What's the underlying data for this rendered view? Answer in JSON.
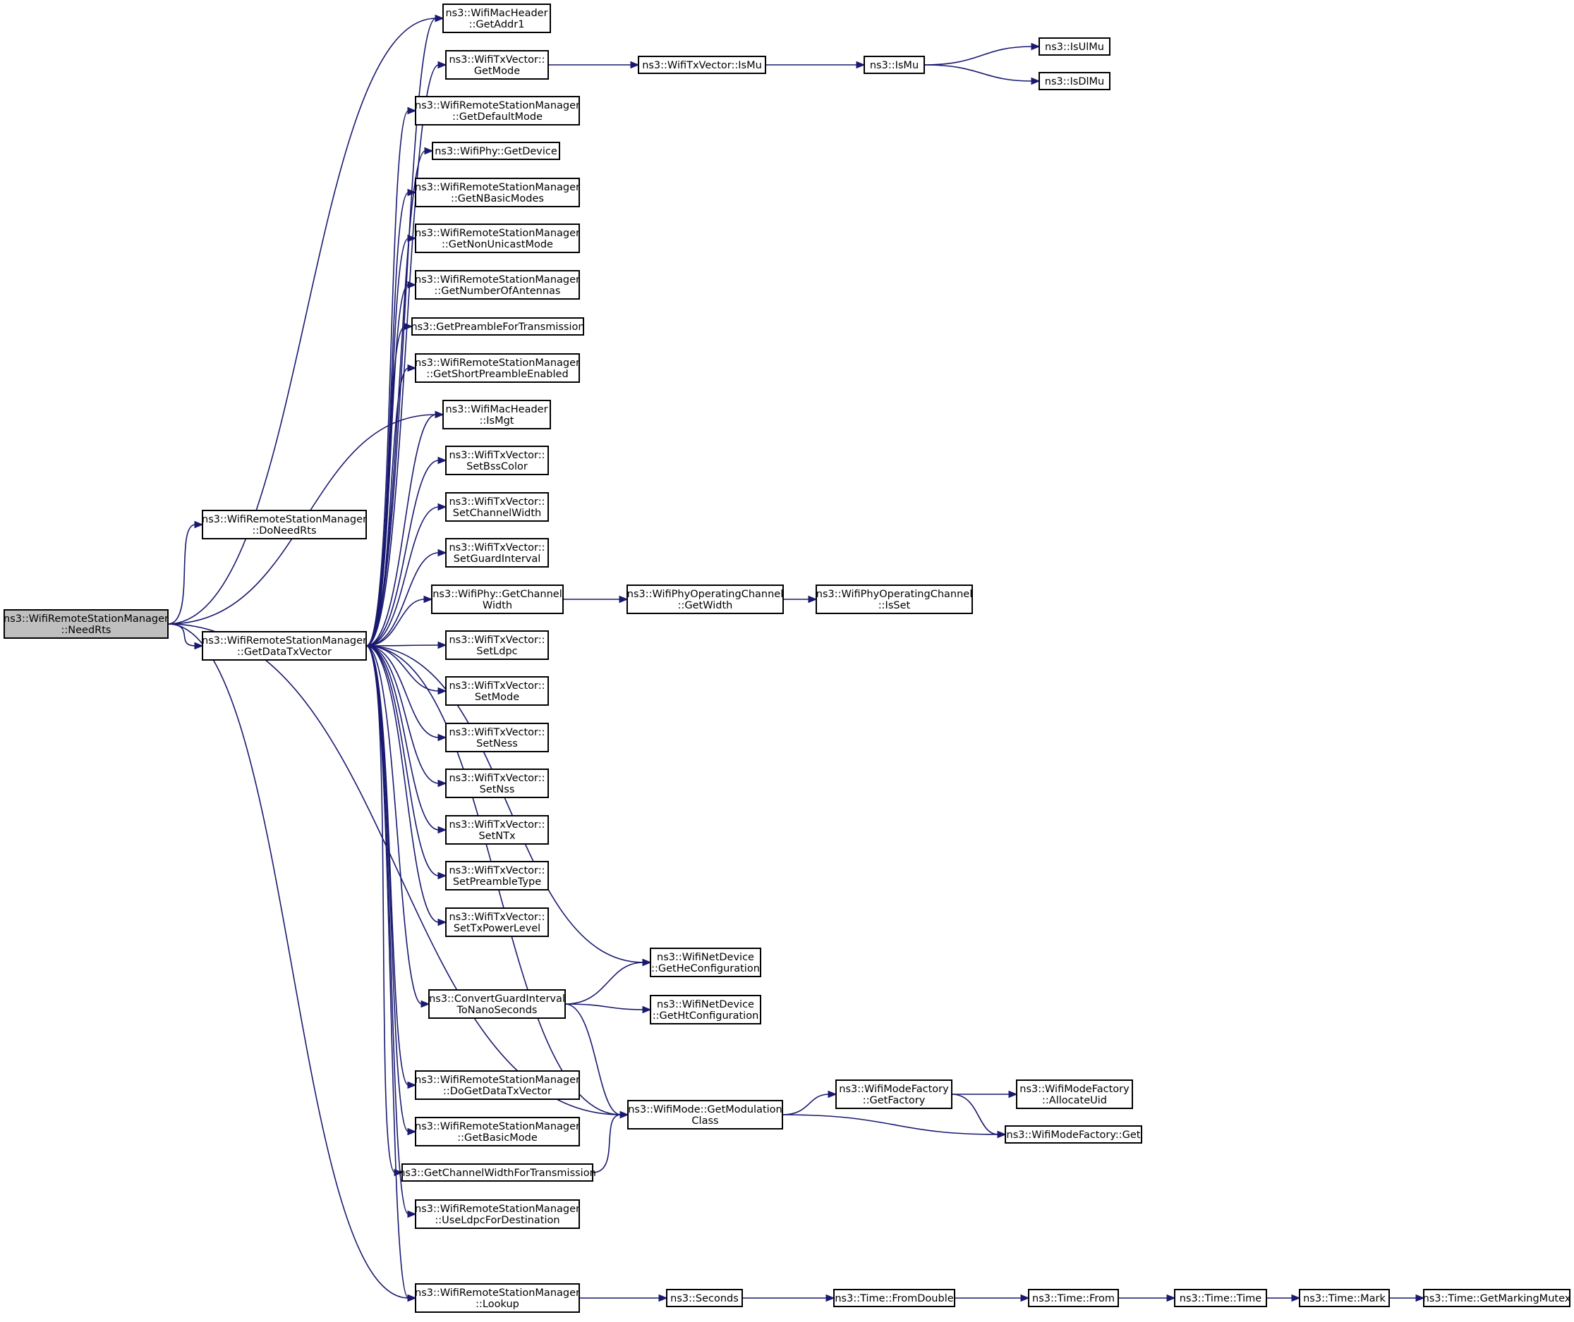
{
  "diagram": {
    "type": "call-graph",
    "edge_color": "#191970",
    "root_fill": "#bfbfbf",
    "node_fill": "#ffffff",
    "nodes": [
      {
        "id": "needRts",
        "lines": [
          "ns3::WifiRemoteStationManager",
          "::NeedRts"
        ],
        "root": true
      },
      {
        "id": "doNeedRts",
        "lines": [
          "ns3::WifiRemoteStationManager",
          "::DoNeedRts"
        ]
      },
      {
        "id": "getDataTxVector",
        "lines": [
          "ns3::WifiRemoteStationManager",
          "::GetDataTxVector"
        ]
      },
      {
        "id": "getAddr1",
        "lines": [
          "ns3::WifiMacHeader",
          "::GetAddr1"
        ]
      },
      {
        "id": "getMode",
        "lines": [
          "ns3::WifiTxVector::",
          "GetMode"
        ]
      },
      {
        "id": "txIsMu",
        "lines": [
          "ns3::WifiTxVector::IsMu"
        ]
      },
      {
        "id": "isMu",
        "lines": [
          "ns3::IsMu"
        ]
      },
      {
        "id": "isUlMu",
        "lines": [
          "ns3::IsUlMu"
        ]
      },
      {
        "id": "isDlMu",
        "lines": [
          "ns3::IsDlMu"
        ]
      },
      {
        "id": "getDefaultMode",
        "lines": [
          "ns3::WifiRemoteStationManager",
          "::GetDefaultMode"
        ]
      },
      {
        "id": "getDevice",
        "lines": [
          "ns3::WifiPhy::GetDevice"
        ]
      },
      {
        "id": "getNBasicModes",
        "lines": [
          "ns3::WifiRemoteStationManager",
          "::GetNBasicModes"
        ]
      },
      {
        "id": "getNonUnicastMode",
        "lines": [
          "ns3::WifiRemoteStationManager",
          "::GetNonUnicastMode"
        ]
      },
      {
        "id": "getNumberOfAntennas",
        "lines": [
          "ns3::WifiRemoteStationManager",
          "::GetNumberOfAntennas"
        ]
      },
      {
        "id": "getPreamble",
        "lines": [
          "ns3::GetPreambleForTransmission"
        ]
      },
      {
        "id": "getShortPreamble",
        "lines": [
          "ns3::WifiRemoteStationManager",
          "::GetShortPreambleEnabled"
        ]
      },
      {
        "id": "isMgt",
        "lines": [
          "ns3::WifiMacHeader",
          "::IsMgt"
        ]
      },
      {
        "id": "setBssColor",
        "lines": [
          "ns3::WifiTxVector::",
          "SetBssColor"
        ]
      },
      {
        "id": "setChannelWidth",
        "lines": [
          "ns3::WifiTxVector::",
          "SetChannelWidth"
        ]
      },
      {
        "id": "setGuardInterval",
        "lines": [
          "ns3::WifiTxVector::",
          "SetGuardInterval"
        ]
      },
      {
        "id": "getChannelWidth",
        "lines": [
          "ns3::WifiPhy::GetChannel",
          "Width"
        ]
      },
      {
        "id": "opGetWidth",
        "lines": [
          "ns3::WifiPhyOperatingChannel",
          "::GetWidth"
        ]
      },
      {
        "id": "opIsSet",
        "lines": [
          "ns3::WifiPhyOperatingChannel",
          "::IsSet"
        ]
      },
      {
        "id": "setLdpc",
        "lines": [
          "ns3::WifiTxVector::",
          "SetLdpc"
        ]
      },
      {
        "id": "setMode",
        "lines": [
          "ns3::WifiTxVector::",
          "SetMode"
        ]
      },
      {
        "id": "setNess",
        "lines": [
          "ns3::WifiTxVector::",
          "SetNess"
        ]
      },
      {
        "id": "setNss",
        "lines": [
          "ns3::WifiTxVector::",
          "SetNss"
        ]
      },
      {
        "id": "setNTx",
        "lines": [
          "ns3::WifiTxVector::",
          "SetNTx"
        ]
      },
      {
        "id": "setPreambleType",
        "lines": [
          "ns3::WifiTxVector::",
          "SetPreambleType"
        ]
      },
      {
        "id": "setTxPowerLevel",
        "lines": [
          "ns3::WifiTxVector::",
          "SetTxPowerLevel"
        ]
      },
      {
        "id": "getHeConfig",
        "lines": [
          "ns3::WifiNetDevice",
          "::GetHeConfiguration"
        ]
      },
      {
        "id": "convertGI",
        "lines": [
          "ns3::ConvertGuardInterval",
          "ToNanoSeconds"
        ]
      },
      {
        "id": "getHtConfig",
        "lines": [
          "ns3::WifiNetDevice",
          "::GetHtConfiguration"
        ]
      },
      {
        "id": "doGetDataTxVector",
        "lines": [
          "ns3::WifiRemoteStationManager",
          "::DoGetDataTxVector"
        ]
      },
      {
        "id": "getModulationClass",
        "lines": [
          "ns3::WifiMode::GetModulation",
          "Class"
        ]
      },
      {
        "id": "getFactory",
        "lines": [
          "ns3::WifiModeFactory",
          "::GetFactory"
        ]
      },
      {
        "id": "allocateUid",
        "lines": [
          "ns3::WifiModeFactory",
          "::AllocateUid"
        ]
      },
      {
        "id": "factoryGet",
        "lines": [
          "ns3::WifiModeFactory::Get"
        ]
      },
      {
        "id": "getBasicMode",
        "lines": [
          "ns3::WifiRemoteStationManager",
          "::GetBasicMode"
        ]
      },
      {
        "id": "getChannelWidthTx",
        "lines": [
          "ns3::GetChannelWidthForTransmission"
        ]
      },
      {
        "id": "useLdpc",
        "lines": [
          "ns3::WifiRemoteStationManager",
          "::UseLdpcForDestination"
        ]
      },
      {
        "id": "lookup",
        "lines": [
          "ns3::WifiRemoteStationManager",
          "::Lookup"
        ]
      },
      {
        "id": "seconds",
        "lines": [
          "ns3::Seconds"
        ]
      },
      {
        "id": "fromDouble",
        "lines": [
          "ns3::Time::FromDouble"
        ]
      },
      {
        "id": "timeFrom",
        "lines": [
          "ns3::Time::From"
        ]
      },
      {
        "id": "timeTime",
        "lines": [
          "ns3::Time::Time"
        ]
      },
      {
        "id": "timeMark",
        "lines": [
          "ns3::Time::Mark"
        ]
      },
      {
        "id": "getMarkingMutex",
        "lines": [
          "ns3::Time::GetMarkingMutex"
        ]
      }
    ],
    "edges": [
      [
        "needRts",
        "doNeedRts"
      ],
      [
        "needRts",
        "getDataTxVector"
      ],
      [
        "needRts",
        "getAddr1"
      ],
      [
        "needRts",
        "isMgt"
      ],
      [
        "needRts",
        "getModulationClass"
      ],
      [
        "needRts",
        "lookup"
      ],
      [
        "getDataTxVector",
        "getAddr1"
      ],
      [
        "getDataTxVector",
        "getMode"
      ],
      [
        "getDataTxVector",
        "getDefaultMode"
      ],
      [
        "getDataTxVector",
        "getDevice"
      ],
      [
        "getDataTxVector",
        "getNBasicModes"
      ],
      [
        "getDataTxVector",
        "getNonUnicastMode"
      ],
      [
        "getDataTxVector",
        "getNumberOfAntennas"
      ],
      [
        "getDataTxVector",
        "getPreamble"
      ],
      [
        "getDataTxVector",
        "getShortPreamble"
      ],
      [
        "getDataTxVector",
        "isMgt"
      ],
      [
        "getDataTxVector",
        "setBssColor"
      ],
      [
        "getDataTxVector",
        "setChannelWidth"
      ],
      [
        "getDataTxVector",
        "setGuardInterval"
      ],
      [
        "getDataTxVector",
        "getChannelWidth"
      ],
      [
        "getDataTxVector",
        "setLdpc"
      ],
      [
        "getDataTxVector",
        "setMode"
      ],
      [
        "getDataTxVector",
        "setNess"
      ],
      [
        "getDataTxVector",
        "setNss"
      ],
      [
        "getDataTxVector",
        "setNTx"
      ],
      [
        "getDataTxVector",
        "setPreambleType"
      ],
      [
        "getDataTxVector",
        "setTxPowerLevel"
      ],
      [
        "getDataTxVector",
        "getHeConfig"
      ],
      [
        "getDataTxVector",
        "convertGI"
      ],
      [
        "getDataTxVector",
        "getModulationClass"
      ],
      [
        "getDataTxVector",
        "doGetDataTxVector"
      ],
      [
        "getDataTxVector",
        "getBasicMode"
      ],
      [
        "getDataTxVector",
        "getChannelWidthTx"
      ],
      [
        "getDataTxVector",
        "useLdpc"
      ],
      [
        "getDataTxVector",
        "lookup"
      ],
      [
        "getMode",
        "txIsMu"
      ],
      [
        "txIsMu",
        "isMu"
      ],
      [
        "isMu",
        "isUlMu"
      ],
      [
        "isMu",
        "isDlMu"
      ],
      [
        "getChannelWidth",
        "opGetWidth"
      ],
      [
        "opGetWidth",
        "opIsSet"
      ],
      [
        "convertGI",
        "getHeConfig"
      ],
      [
        "convertGI",
        "getHtConfig"
      ],
      [
        "convertGI",
        "getModulationClass"
      ],
      [
        "getModulationClass",
        "getFactory"
      ],
      [
        "getModulationClass",
        "factoryGet"
      ],
      [
        "getFactory",
        "allocateUid"
      ],
      [
        "getFactory",
        "factoryGet"
      ],
      [
        "getChannelWidthTx",
        "getModulationClass"
      ],
      [
        "lookup",
        "seconds"
      ],
      [
        "seconds",
        "fromDouble"
      ],
      [
        "fromDouble",
        "timeFrom"
      ],
      [
        "timeFrom",
        "timeTime"
      ],
      [
        "timeTime",
        "timeMark"
      ],
      [
        "timeMark",
        "getMarkingMutex"
      ]
    ]
  }
}
